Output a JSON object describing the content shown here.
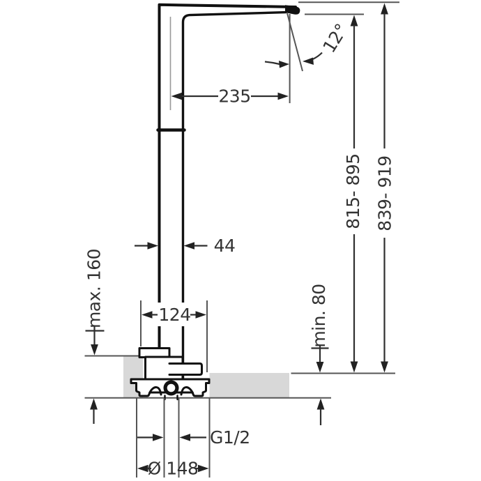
{
  "diagram": {
    "labels": {
      "spout_reach": "235",
      "spout_angle": "12°",
      "spout_height_range": "815- 895",
      "total_height_range": "839- 919",
      "column_width": "44",
      "escutcheon_width": "124",
      "max_floor_buildup": "max. 160",
      "min_floor_buildup": "min. 80",
      "connection_thread": "G1/2",
      "base_diameter": "Ø 148"
    },
    "colors": {
      "outline": "#111111",
      "dimension_line": "#2f2f2f",
      "extension_line": "#555555",
      "light_extension_line": "#999999",
      "text": "#333333",
      "floor": "#d8d8d8",
      "background": "#ffffff"
    }
  }
}
